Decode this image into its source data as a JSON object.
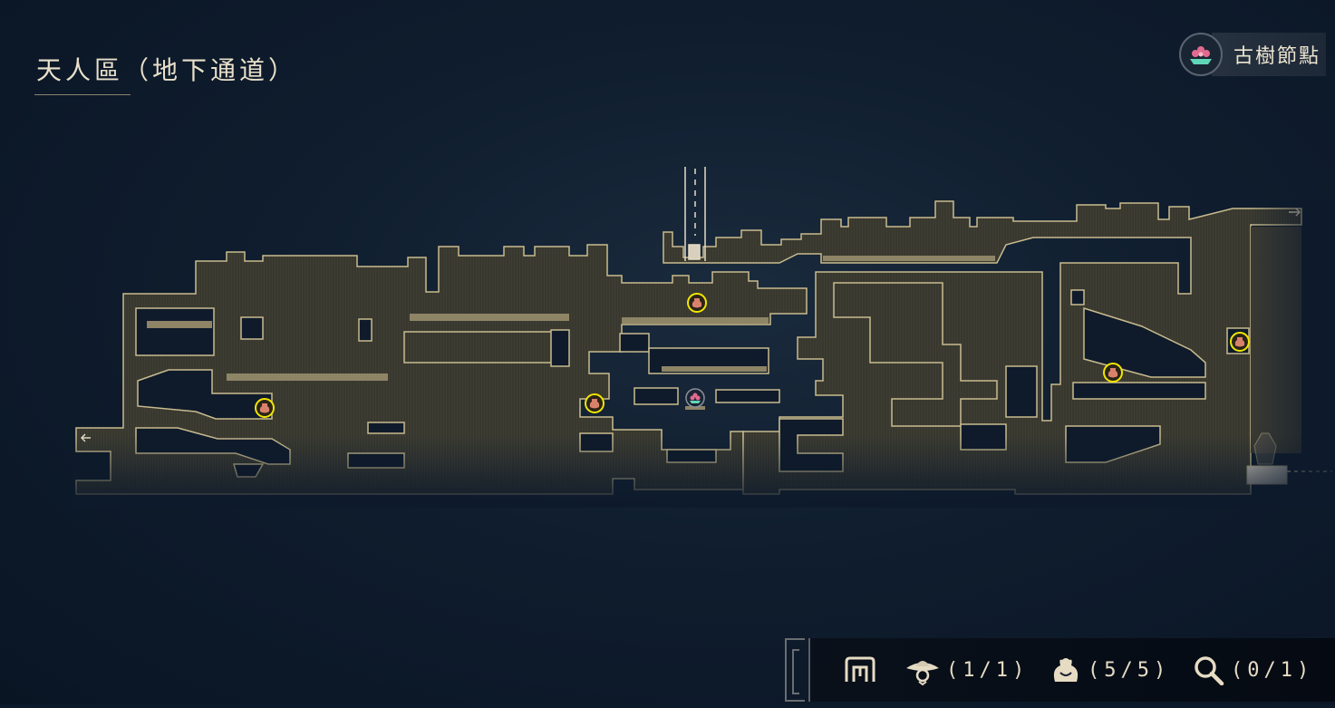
{
  "area": {
    "title": "天人區（地下通道）"
  },
  "legend": {
    "node_label": "古樹節點",
    "icon": "tree-node-icon"
  },
  "collectibles": {
    "hat": {
      "icon": "straw-hat-icon",
      "count": "(1/1)"
    },
    "pouch": {
      "icon": "money-pouch-icon",
      "count": "(5/5)"
    },
    "search": {
      "icon": "magnifier-icon",
      "count": "(0/1)"
    }
  },
  "colors": {
    "background": "#0d1a2b",
    "map_fill": "#3a3a33",
    "map_outline": "#c9bb8e",
    "ledge": "#8e8466",
    "marker_ring": "#f2e600",
    "pouch": "#d9826b",
    "node_pink": "#e26b8f",
    "node_teal": "#5fd6b8"
  }
}
